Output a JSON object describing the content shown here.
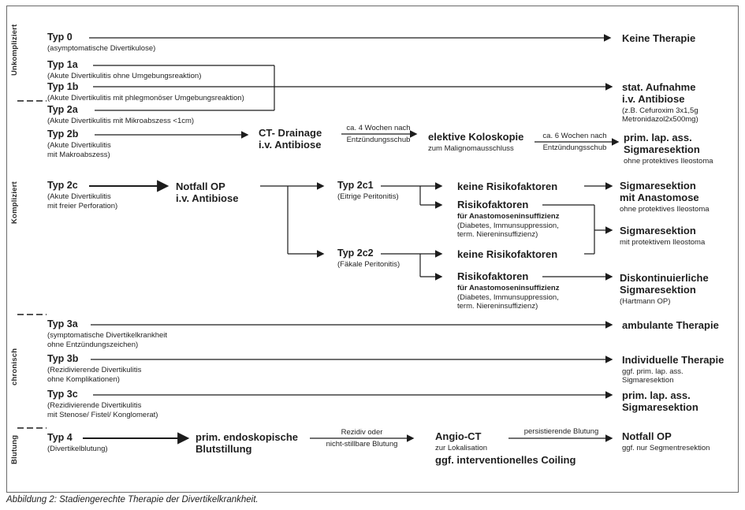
{
  "caption": "Abbildung 2: Stadiengerechte Therapie der Divertikelkrankheit.",
  "sections": {
    "unkompliziert": "Unkompliziert",
    "kompliziert": "Kompliziert",
    "chronisch": "chronisch",
    "blutung": "Blutung"
  },
  "types": {
    "typ0": {
      "title": "Typ 0",
      "desc1": "(asymptomatische Divertikulose)"
    },
    "typ1a": {
      "title": "Typ 1a",
      "desc1": "(Akute Divertikulitis ohne Umgebungsreaktion)"
    },
    "typ1b": {
      "title": "Typ 1b",
      "desc1": "(Akute Divertikulitis mit phlegmonöser Umgebungsreaktion)"
    },
    "typ2a": {
      "title": "Typ 2a",
      "desc1": "(Akute Divertikulitis mit Mikroabszess <1cm)"
    },
    "typ2b": {
      "title": "Typ 2b",
      "desc1": "(Akute Divertikulitis",
      "desc2": "mit Makroabszess)"
    },
    "typ2c": {
      "title": "Typ 2c",
      "desc1": "(Akute Divertikulitis",
      "desc2": "mit freier Perforation)"
    },
    "typ2c1": {
      "title": "Typ 2c1",
      "desc1": "(Eitrige Peritonitis)"
    },
    "typ2c2": {
      "title": "Typ 2c2",
      "desc1": "(Fäkale Peritonitis)"
    },
    "typ3a": {
      "title": "Typ 3a",
      "desc1": "(symptomatische Divertikelkrankheit",
      "desc2": "ohne Entzündungszeichen)"
    },
    "typ3b": {
      "title": "Typ 3b",
      "desc1": "(Rezidivierende Divertikulitis",
      "desc2": "ohne Komplikationen)"
    },
    "typ3c": {
      "title": "Typ 3c",
      "desc1": "(Rezidivierende Divertikulitis",
      "desc2": "mit Stenose/ Fistel/ Konglomerat)"
    },
    "typ4": {
      "title": "Typ 4",
      "desc1": "(Divertikelblutung)"
    }
  },
  "steps": {
    "ct_drainage": {
      "line1": "CT- Drainage",
      "line2": "i.v. Antibiose"
    },
    "notfall_op": {
      "line1": "Notfall OP",
      "line2": "i.v. Antibiose"
    },
    "koloskopie": {
      "title": "elektive Koloskopie",
      "sub": "zum Malignomausschluss"
    },
    "keine_risiko_2c1": "keine Risikofaktoren",
    "risiko_2c1": {
      "title": "Risikofaktoren",
      "sub1": "für Anastomoseninsuffizienz",
      "sub2": "(Diabetes, Immunsuppression,",
      "sub3": "term. Niereninsuffizienz)"
    },
    "keine_risiko_2c2": "keine Risikofaktoren",
    "risiko_2c2": {
      "title": "Risikofaktoren",
      "sub1": "für Anastomoseninsuffizienz",
      "sub2": "(Diabetes, Immunsuppression,",
      "sub3": "term. Niereninsuffizienz)"
    },
    "blutstillung": {
      "line1": "prim. endoskopische",
      "line2": "Blutstillung"
    },
    "angio_ct": {
      "title": "Angio-CT",
      "sub": "zur Lokalisation",
      "line2": "ggf. interventionelles Coiling"
    }
  },
  "outcomes": {
    "keine_therapie": {
      "line1": "Keine Therapie"
    },
    "stat_aufnahme": {
      "line1": "stat. Aufnahme",
      "line2": "i.v. Antibiose",
      "sub1": "(z.B. Cefuroxim 3x1,5g",
      "sub2": "Metronidazol2x500mg)"
    },
    "prim_lap_1": {
      "line1": "prim. lap. ass.",
      "line2": "Sigmaresektion",
      "sub1": "ohne protektives Ileostoma"
    },
    "sigma_anastomose": {
      "line1": "Sigmaresektion",
      "line2": "mit Anastomose",
      "sub1": "ohne protektives Ileostoma"
    },
    "sigma_protektiv": {
      "line1": "Sigmaresektion",
      "sub1": "mit protektivem Ileostoma"
    },
    "diskontinuierlich": {
      "line1": "Diskontinuierliche",
      "line2": "Sigmaresektion",
      "sub1": "(Hartmann OP)"
    },
    "ambulante": {
      "line1": "ambulante Therapie"
    },
    "individuelle": {
      "line1": "Individuelle Therapie",
      "sub1": "ggf. prim. lap. ass.",
      "sub2": "Sigmaresektion"
    },
    "prim_lap_2": {
      "line1": "prim. lap. ass.",
      "line2": "Sigmaresektion"
    },
    "notfall_final": {
      "line1": "Notfall OP",
      "sub1": "ggf. nur Segmentresektion"
    }
  },
  "edge_labels": {
    "wochen4": {
      "top": "ca. 4 Wochen nach",
      "bottom": "Entzündungsschub"
    },
    "wochen6": {
      "top": "ca. 6 Wochen nach",
      "bottom": "Entzündungsschub"
    },
    "rezidiv": {
      "top": "Rezidiv oder",
      "bottom": "nicht-stillbare Blutung"
    },
    "persistierend": {
      "top": "persistierende Blutung"
    }
  }
}
